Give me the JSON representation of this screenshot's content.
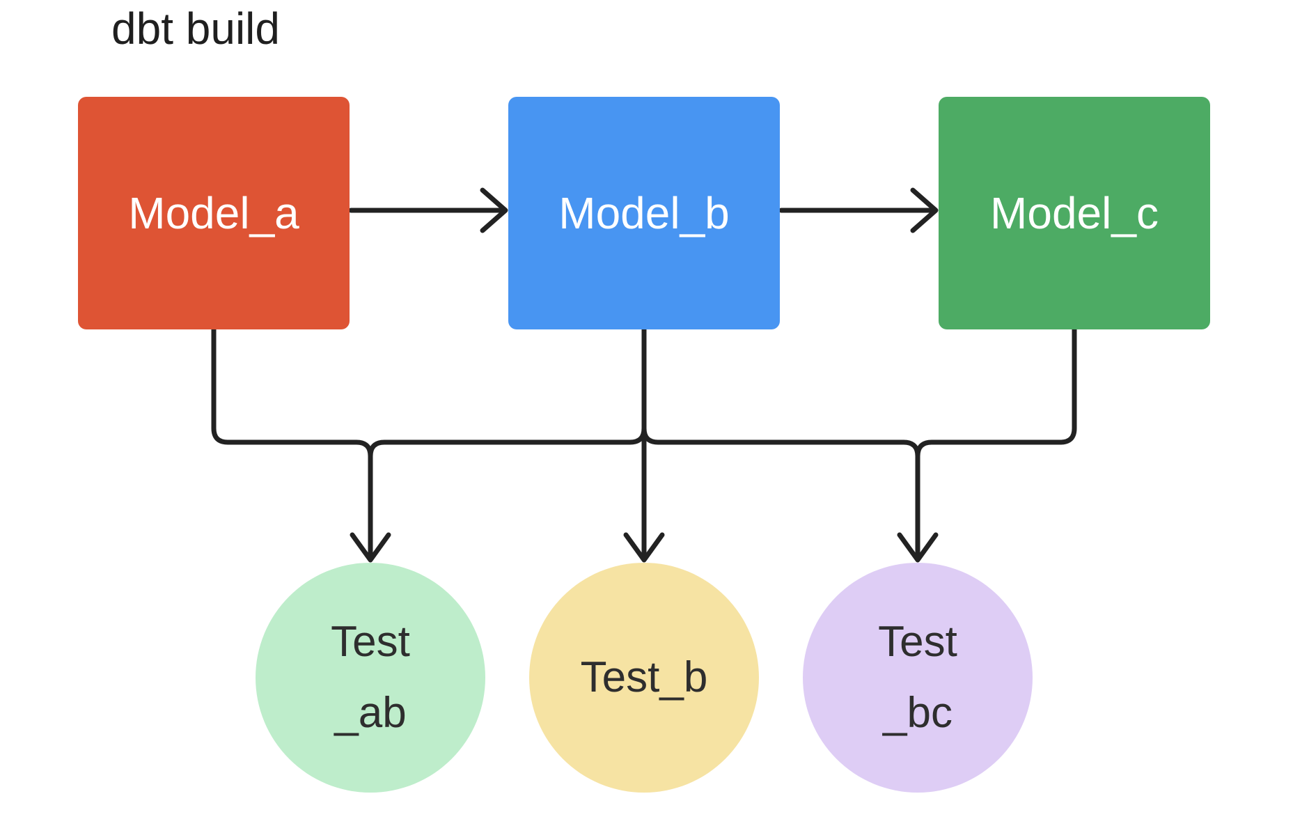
{
  "title": "dbt build",
  "colors": {
    "background": "#ffffff",
    "connector": "#222222",
    "title_text": "#1f1f1f",
    "model_text": "#ffffff",
    "test_text": "#2e2e2e"
  },
  "models": [
    {
      "id": "model_a",
      "label": "Model_a",
      "color": "#de5434"
    },
    {
      "id": "model_b",
      "label": "Model_b",
      "color": "#4895f2"
    },
    {
      "id": "model_c",
      "label": "Model_c",
      "color": "#4dab64"
    }
  ],
  "tests": [
    {
      "id": "test_ab",
      "line1": "Test",
      "line2": "_ab",
      "color": "#beedcb"
    },
    {
      "id": "test_b",
      "line1": "Test_b",
      "line2": "",
      "color": "#f6e3a3"
    },
    {
      "id": "test_bc",
      "line1": "Test",
      "line2": "_bc",
      "color": "#decdf5"
    }
  ],
  "edges": [
    {
      "from": "Model_a",
      "to": "Model_b"
    },
    {
      "from": "Model_b",
      "to": "Model_c"
    },
    {
      "from": "Model_a",
      "to": "Test_ab"
    },
    {
      "from": "Model_b",
      "to": "Test_ab"
    },
    {
      "from": "Model_b",
      "to": "Test_b"
    },
    {
      "from": "Model_b",
      "to": "Test_bc"
    },
    {
      "from": "Model_c",
      "to": "Test_bc"
    }
  ]
}
